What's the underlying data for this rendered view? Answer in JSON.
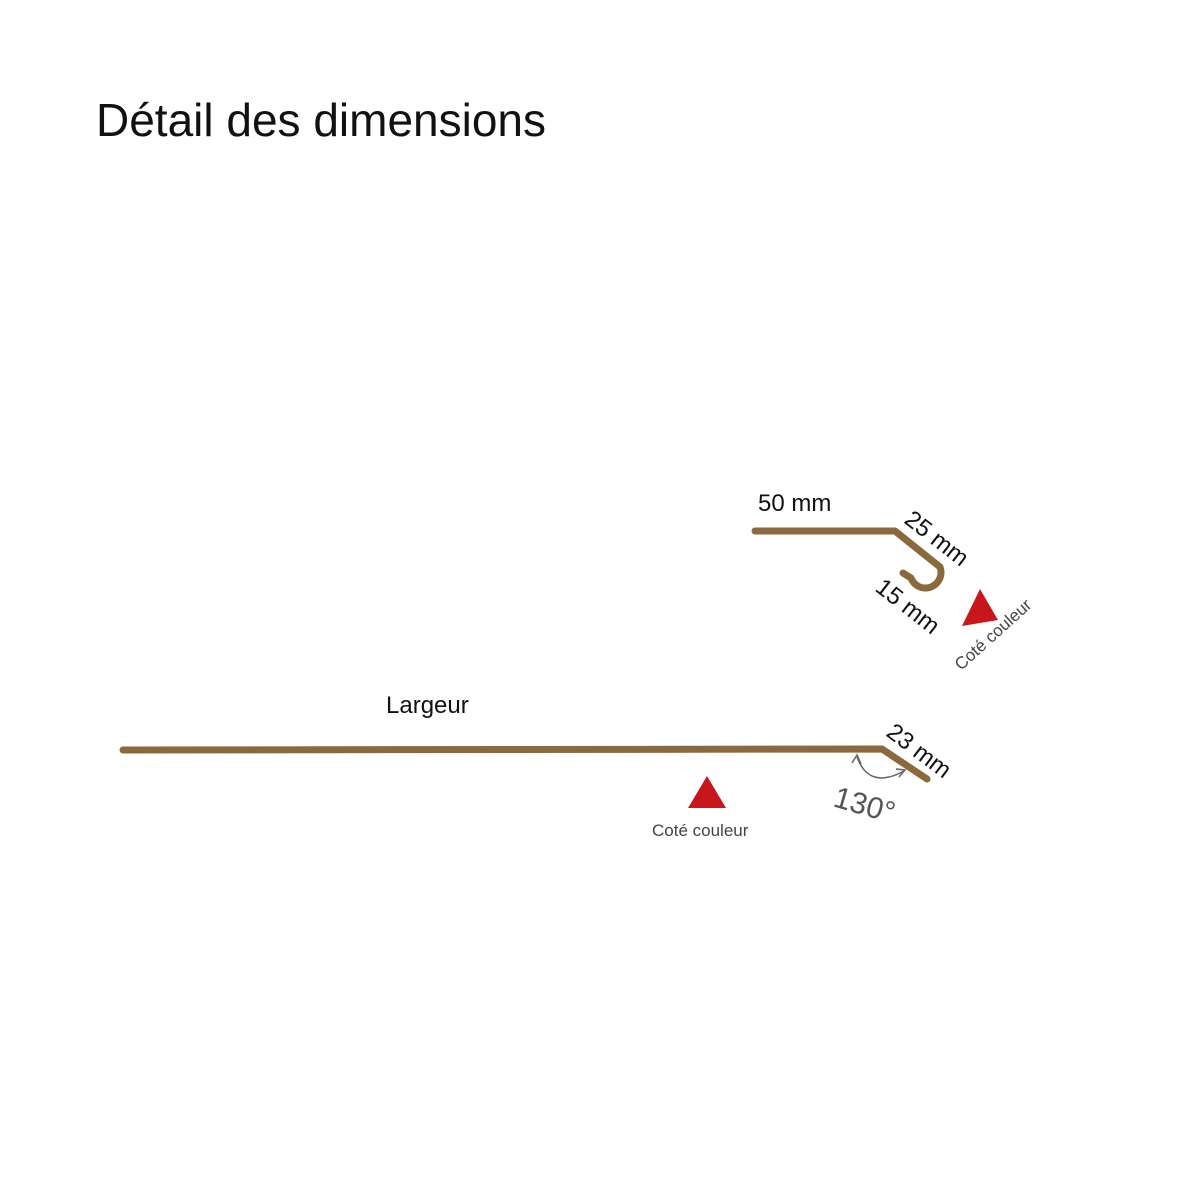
{
  "title": "Détail des dimensions",
  "colors": {
    "profile": "#8a6a3c",
    "marker": "#c8161d",
    "angle_text": "#555555"
  },
  "top_profile": {
    "segment_flat": "50 mm",
    "segment_diagonal": "25 mm",
    "segment_hook": "15 mm",
    "color_side_label": "Coté couleur"
  },
  "bottom_profile": {
    "width_label": "Largeur",
    "segment_end": "23 mm",
    "angle_label": "130°",
    "color_side_label": "Coté couleur"
  }
}
